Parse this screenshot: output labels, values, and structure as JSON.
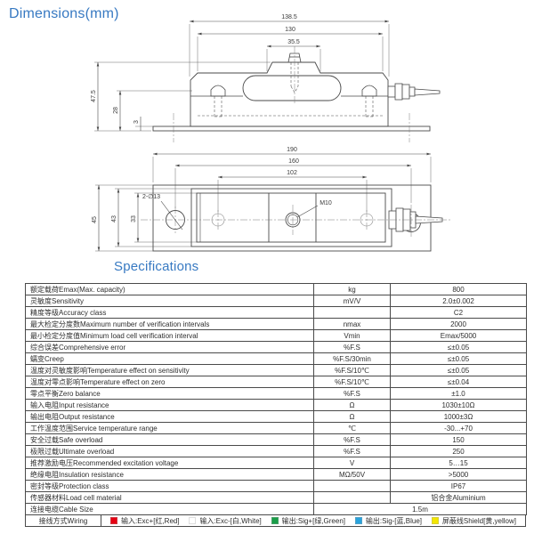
{
  "sections": {
    "dimensions_title": "Dimensions(mm)",
    "specifications_title": "Specifications"
  },
  "colors": {
    "section_title_blue": "#3779c2",
    "drawing_line": "#4a4a4a",
    "wire_red": "#e60012",
    "wire_white": "#ffffff",
    "wire_green": "#1a9e49",
    "wire_blue": "#29a3dd",
    "wire_yellow": "#f3e600"
  },
  "dims": {
    "side": {
      "len_overall": "138.5",
      "len_body": "130",
      "len_center": "35.5",
      "height": "47.5",
      "height_body": "28",
      "plate_thk": "3"
    },
    "top": {
      "len_plate": "190",
      "holes_span": "160",
      "bolts_span": "102",
      "width_plate": "45",
      "width_body": "43",
      "width_inner": "33",
      "holes_label": "2-∅13",
      "thread_label": "M10"
    }
  },
  "spec": {
    "rows": [
      {
        "label": "额定载荷Emax(Max. capacity)",
        "unit": "kg",
        "value": "800"
      },
      {
        "label": "灵敏度Sensitivity",
        "unit": "mV/V",
        "value": "2.0±0.002"
      },
      {
        "label": "精度等级Accuracy class",
        "unit": "",
        "value": "C2"
      },
      {
        "label": "最大检定分度数Maximum number of verification intervals",
        "unit": "nmax",
        "value": "2000"
      },
      {
        "label": "最小检定分度值Minimum load cell verification interval",
        "unit": "Vmin",
        "value": "Emax/5000"
      },
      {
        "label": "综合误差Comprehensive error",
        "unit": "%F.S",
        "value": "≤±0.05"
      },
      {
        "label": "蠕变Creep",
        "unit": "%F.S/30min",
        "value": "≤±0.05"
      },
      {
        "label": "温度对灵敏度影响Temperature effect on sensitivity",
        "unit": "%F.S/10℃",
        "value": "≤±0.05"
      },
      {
        "label": "温度对零点影响Temperature effect on zero",
        "unit": "%F.S/10℃",
        "value": "≤±0.04"
      },
      {
        "label": "零点平衡Zero balance",
        "unit": "%F.S",
        "value": "±1.0"
      },
      {
        "label": "输入电阻Input resistance",
        "unit": "Ω",
        "value": "1030±10Ω"
      },
      {
        "label": "输出电阻Output resistance",
        "unit": "Ω",
        "value": "1000±3Ω"
      },
      {
        "label": "工作温度范围Service temperature range",
        "unit": "℃",
        "value": "-30...+70"
      },
      {
        "label": "安全过载Safe overload",
        "unit": "%F.S",
        "value": "150"
      },
      {
        "label": "极限过载Ultimate overload",
        "unit": "%F.S",
        "value": "250"
      },
      {
        "label": "推荐激励电压Recommended excitation voltage",
        "unit": "V",
        "value": "5…15"
      },
      {
        "label": "绝缘电阻Insulation resistance",
        "unit": "MΩ/50V",
        "value": ">5000"
      },
      {
        "label": "密封等级Protection class",
        "unit": "",
        "value": "IP67"
      },
      {
        "label": "传感器材料Load cell material",
        "unit": "",
        "value": "铝合金Aluminium"
      }
    ],
    "cable": {
      "label": "连接电缆Cable Size",
      "value": "1.5m"
    },
    "wiring": {
      "label": "接线方式Wiring",
      "items": [
        {
          "color": "#e60012",
          "text": "输入:Exc+[红,Red]"
        },
        {
          "color": "#ffffff",
          "text": "输入:Exc-[白,White]"
        },
        {
          "color": "#1a9e49",
          "text": "输出:Sig+[绿,Green]"
        },
        {
          "color": "#29a3dd",
          "text": "输出:Sig-[蓝,Blue]"
        },
        {
          "color": "#f3e600",
          "text": "屏蔽线Shield[黄,yellow]"
        }
      ]
    }
  }
}
